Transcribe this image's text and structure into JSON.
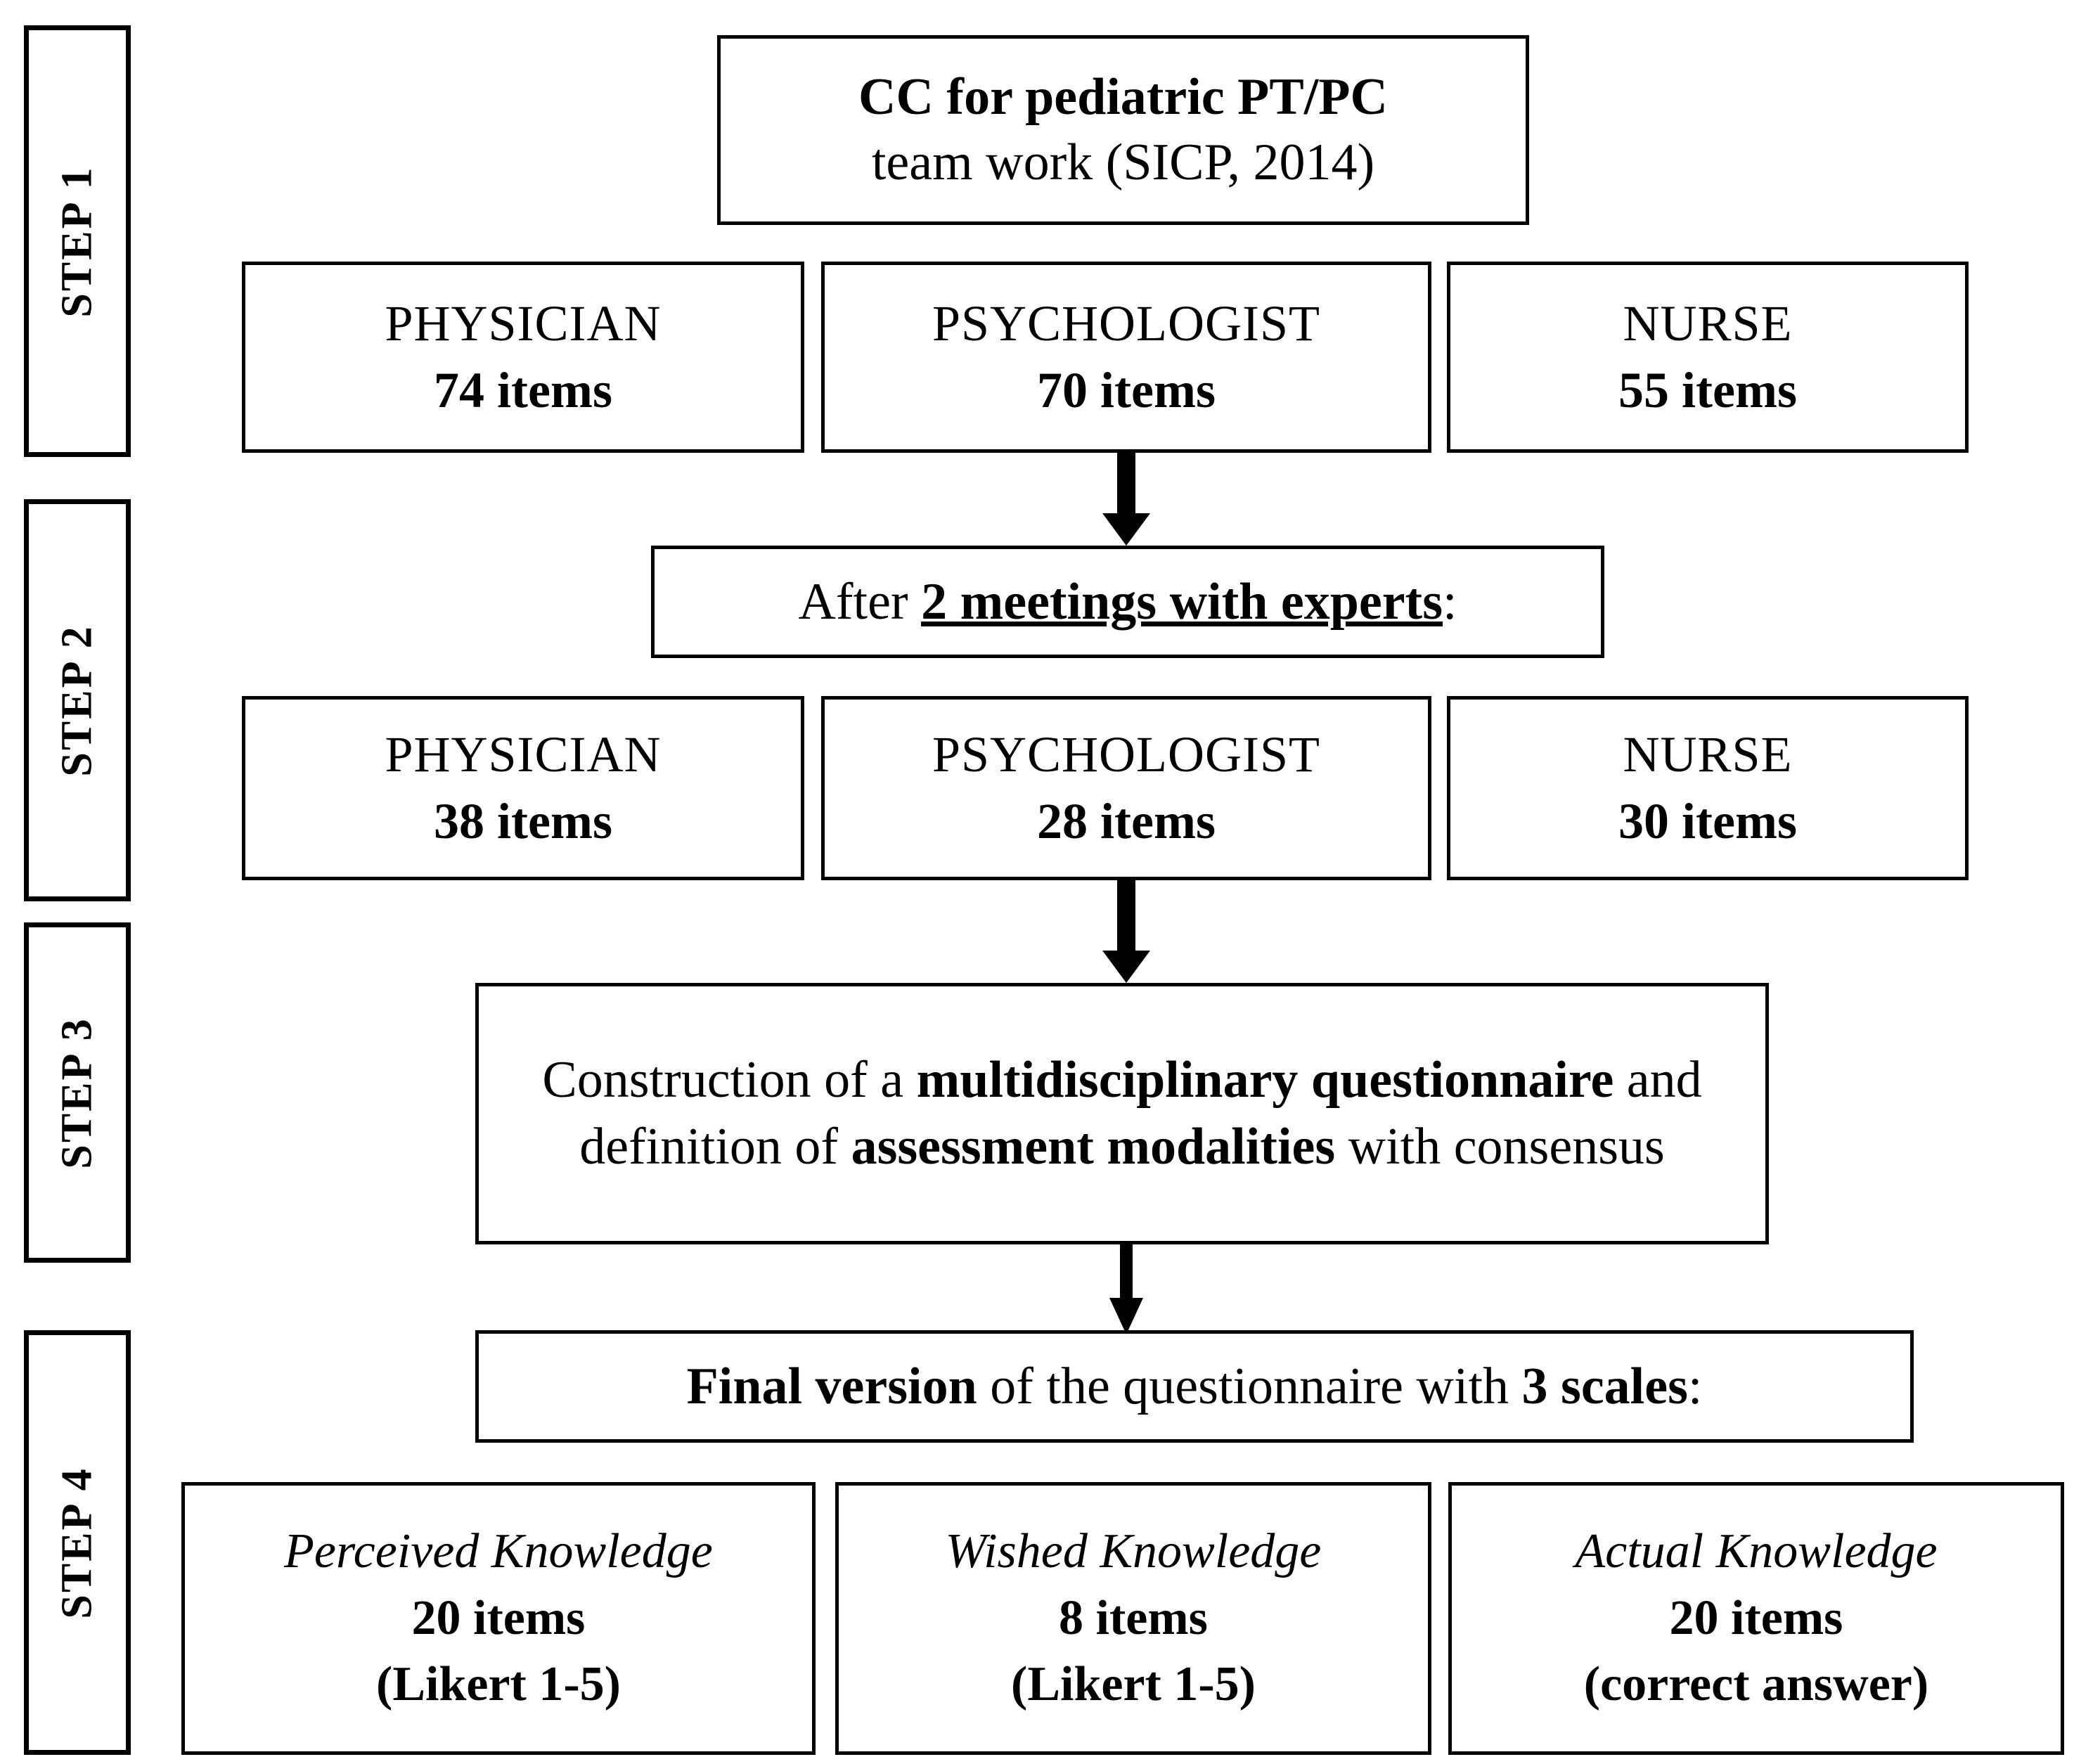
{
  "steps": [
    {
      "label": "STEP 1"
    },
    {
      "label": "STEP 2"
    },
    {
      "label": "STEP 3"
    },
    {
      "label": "STEP 4"
    }
  ],
  "source_box": {
    "line1": "CC for pediatric PT/PC",
    "line2": "team work (SICP, 2014)"
  },
  "step1_roles": [
    {
      "name": "PHYSICIAN",
      "count": "74 items"
    },
    {
      "name": "PSYCHOLOGIST",
      "count": "70 items"
    },
    {
      "name": "NURSE",
      "count": "55 items"
    }
  ],
  "meetings_box": {
    "prefix": "After ",
    "emphasis": "2 meetings with experts",
    "suffix": ":"
  },
  "step2_roles": [
    {
      "name": "PHYSICIAN",
      "count": "38 items"
    },
    {
      "name": "PSYCHOLOGIST",
      "count": "28 items"
    },
    {
      "name": "NURSE",
      "count": "30 items"
    }
  ],
  "construction_box": {
    "seg1": "Construction of a ",
    "seg2": "multidisciplinary questionnaire",
    "seg3": " and definition of ",
    "seg4": "assessment modalities",
    "seg5": " with consensus"
  },
  "final_version_box": {
    "seg1": "Final version",
    "seg2": " of the questionnaire with ",
    "seg3": "3 scales",
    "seg4": ":"
  },
  "step4_scales": [
    {
      "title": "Perceived Knowledge",
      "count": "20 items",
      "scale": "(Likert 1-5)"
    },
    {
      "title": "Wished Knowledge",
      "count": "8 items",
      "scale": "(Likert 1-5)"
    },
    {
      "title": "Actual Knowledge",
      "count": "20 items",
      "scale": "(correct answer)"
    }
  ],
  "arrows": [
    {
      "name": "arrow-psychologist-to-meetings"
    },
    {
      "name": "arrow-psychologist2-to-construction"
    },
    {
      "name": "arrow-construction-to-final"
    }
  ],
  "colors": {
    "ink": "#000000",
    "paper": "#ffffff"
  }
}
